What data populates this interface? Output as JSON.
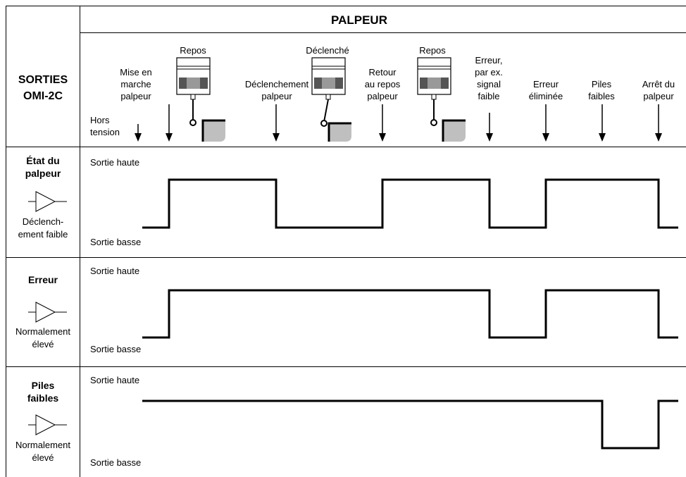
{
  "header": {
    "left_title_1": "SORTIES",
    "left_title_2": "OMI-2C",
    "top_title": "PALPEUR"
  },
  "events": [
    {
      "label_lines": [
        "Hors",
        "tension"
      ]
    },
    {
      "label_lines": [
        "Mise en",
        "marche",
        "palpeur"
      ]
    },
    {
      "label_lines": [
        "Déclenchement",
        "palpeur"
      ]
    },
    {
      "label_lines": [
        "Retour",
        "au repos",
        "palpeur"
      ]
    },
    {
      "label_lines": [
        "Erreur,",
        "par ex.",
        "signal",
        "faible"
      ]
    },
    {
      "label_lines": [
        "Erreur",
        "éliminée"
      ]
    },
    {
      "label_lines": [
        "Piles",
        "faibles"
      ]
    },
    {
      "label_lines": [
        "Arrêt du",
        "palpeur"
      ]
    }
  ],
  "probe_states": [
    {
      "label": "Repos"
    },
    {
      "label": "Déclenché"
    },
    {
      "label": "Repos"
    }
  ],
  "rows": [
    {
      "title_lines": [
        "État du",
        "palpeur"
      ],
      "sub_lines": [
        "Déclench-",
        "ement faible"
      ],
      "high_label": "Sortie haute",
      "low_label": "Sortie basse",
      "levels": [
        {
          "from": 0,
          "to": 1,
          "level": 0
        },
        {
          "from": 1,
          "to": 2,
          "level": 1
        },
        {
          "from": 2,
          "to": 3,
          "level": 0
        },
        {
          "from": 3,
          "to": 4,
          "level": 1
        },
        {
          "from": 4,
          "to": 5,
          "level": 0
        },
        {
          "from": 5,
          "to": 7,
          "level": 1
        },
        {
          "from": 7,
          "to": 8,
          "level": 0
        }
      ]
    },
    {
      "title_lines": [
        "Erreur"
      ],
      "sub_lines": [
        "Normalement",
        "élevé"
      ],
      "high_label": "Sortie haute",
      "low_label": "Sortie basse",
      "levels": [
        {
          "from": 0,
          "to": 1,
          "level": 0
        },
        {
          "from": 1,
          "to": 4,
          "level": 1
        },
        {
          "from": 4,
          "to": 5,
          "level": 0
        },
        {
          "from": 5,
          "to": 7,
          "level": 1
        },
        {
          "from": 7,
          "to": 8,
          "level": 0
        }
      ]
    },
    {
      "title_lines": [
        "Piles",
        "faibles"
      ],
      "sub_lines": [
        "Normalement",
        "élevé"
      ],
      "high_label": "Sortie haute",
      "low_label": "Sortie basse",
      "levels": [
        {
          "from": 0,
          "to": 6,
          "level": 1
        },
        {
          "from": 6,
          "to": 7,
          "level": 0
        },
        {
          "from": 7,
          "to": 8,
          "level": 1
        }
      ]
    }
  ]
}
